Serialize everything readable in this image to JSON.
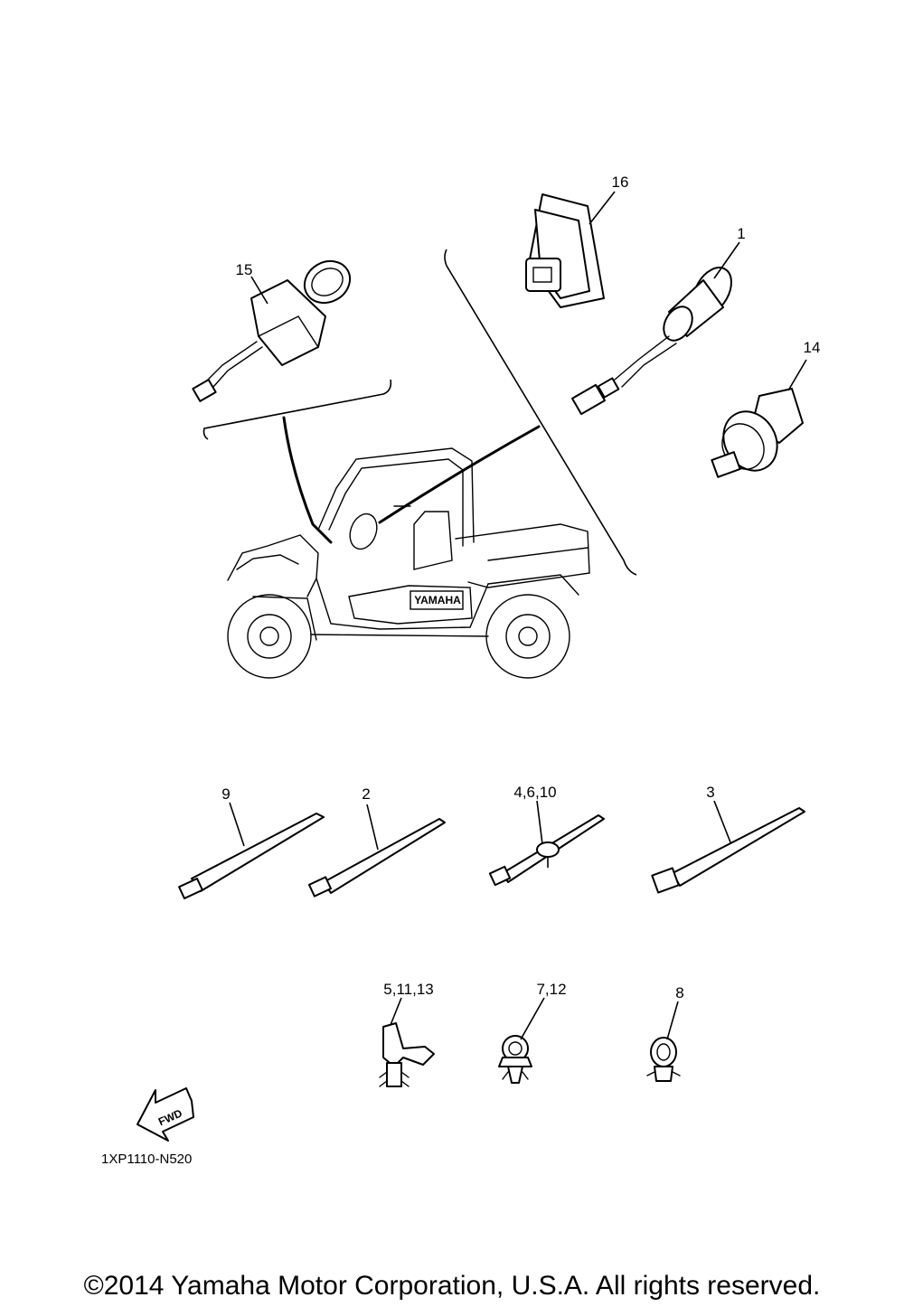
{
  "diagram": {
    "callouts": [
      "16",
      "1",
      "15",
      "14",
      "9",
      "2",
      "4,6,10",
      "3",
      "5,11,13",
      "7,12",
      "8"
    ],
    "fwd_label": "FWD",
    "vehicle_badge": "YAMAHA",
    "diagram_code": "1XP1110-N520"
  },
  "footer": {
    "copyright": "©2014 Yamaha Motor Corporation, U.S.A. All rights reserved."
  }
}
